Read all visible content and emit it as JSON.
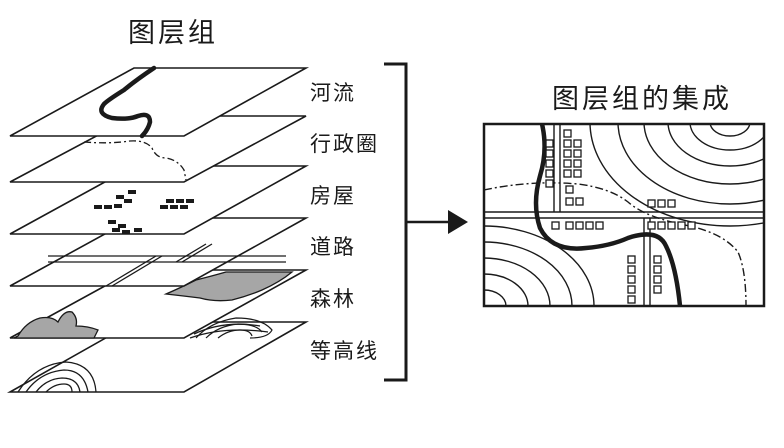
{
  "title": "图层组",
  "result_title": "图层组的集成",
  "layers": [
    {
      "id": "river",
      "label": "河流"
    },
    {
      "id": "admin",
      "label": "行政圈"
    },
    {
      "id": "house",
      "label": "房屋"
    },
    {
      "id": "road",
      "label": "道路"
    },
    {
      "id": "forest",
      "label": "森林"
    },
    {
      "id": "contour",
      "label": "等高线"
    }
  ],
  "colors": {
    "line": "#1a1a1a",
    "forest_fill": "#a6a6a6",
    "background": "#ffffff"
  }
}
